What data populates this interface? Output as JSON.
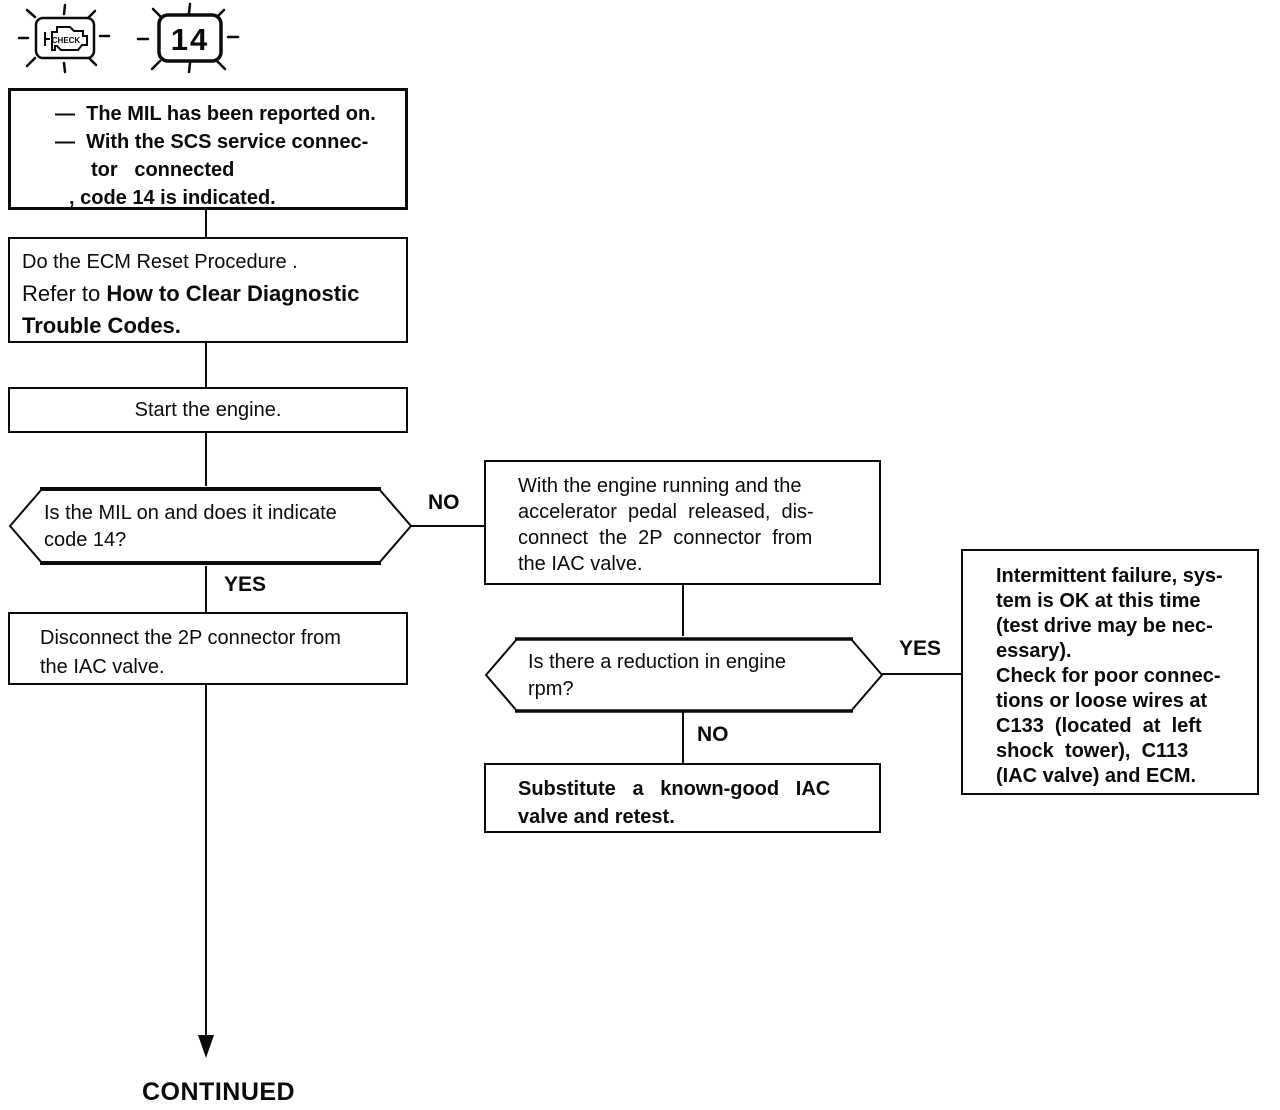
{
  "indicators": {
    "mil_text": "CHECK",
    "code_text": "14"
  },
  "boxes": {
    "premise": {
      "lines": [
        "—  The MIL has been reported on.",
        "—  With the SCS service connec-",
        "tor   connected",
        ", code 14 is indicated."
      ]
    },
    "ecm_reset": {
      "line1": "Do the ECM Reset Procedure .",
      "line2_normal": "Refer to ",
      "line2_bold": "How to Clear Diagnostic",
      "line3_bold": "Trouble Codes."
    },
    "start_engine": {
      "text": "Start the engine."
    },
    "decision_mil": {
      "lines": [
        "Is the MIL on and does it indicate",
        "code 14?"
      ]
    },
    "disconnect_iac": {
      "lines": [
        "Disconnect the 2P connector from",
        "the IAC valve."
      ]
    },
    "engine_running": {
      "lines": [
        "With the engine running and the",
        "accelerator  pedal  released,  dis-",
        "connect  the  2P  connector  from",
        "the IAC valve."
      ]
    },
    "decision_rpm": {
      "lines": [
        "Is there a reduction in engine",
        "rpm?"
      ]
    },
    "substitute": {
      "lines": [
        "Substitute   a   known-good   IAC",
        "valve and retest."
      ]
    },
    "intermittent": {
      "lines": [
        "Intermittent failure, sys-",
        "tem is OK at this time",
        "(test drive may be nec-",
        "essary).",
        "Check for poor connec-",
        "tions or loose wires at",
        "C133  (located  at  left",
        "shock  tower),  C113",
        "(IAC valve) and ECM."
      ]
    }
  },
  "branch_labels": {
    "mil_no": "NO",
    "mil_yes": "YES",
    "rpm_yes": "YES",
    "rpm_no": "NO"
  },
  "footer": {
    "continued": "CONTINUED"
  }
}
